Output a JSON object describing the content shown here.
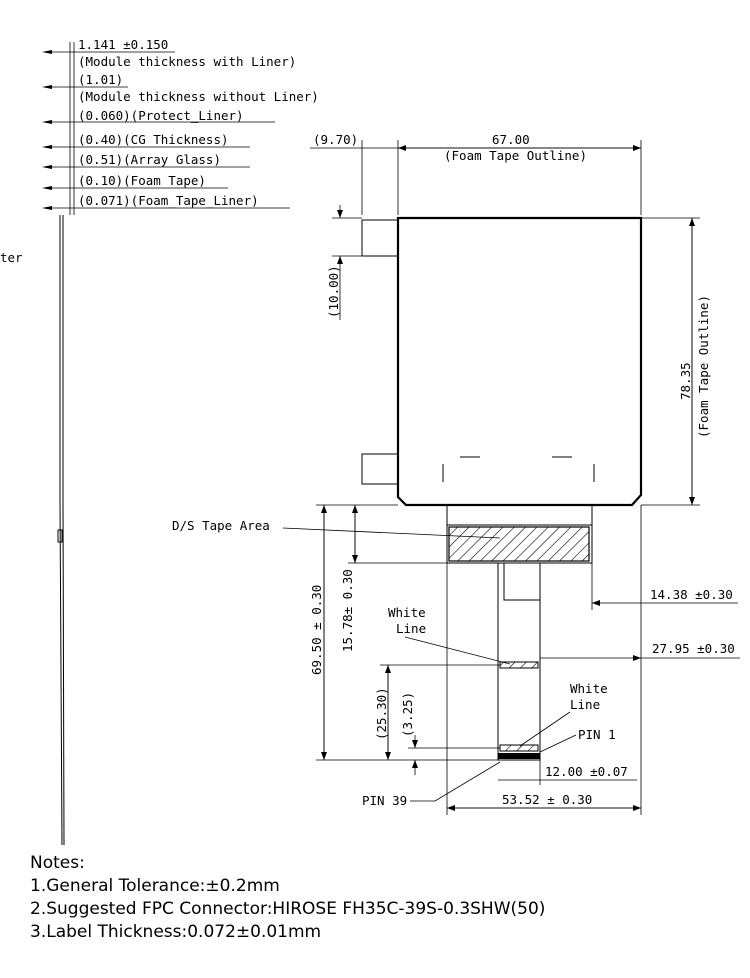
{
  "side_view": {
    "dims": [
      {
        "text": "1.141   ±0.150"
      },
      {
        "text": "(Module thickness with Liner)"
      },
      {
        "text": "(1.01)"
      },
      {
        "text": "(Module thickness without Liner)"
      },
      {
        "text": "(0.060)(Protect_Liner)"
      },
      {
        "text": "(0.40)(CG Thickness)"
      },
      {
        "text": "(0.51)(Array Glass)"
      },
      {
        "text": "(0.10)(Foam Tape)"
      },
      {
        "text": "(0.071)(Foam_Tape_Liner)"
      }
    ],
    "cut_text": "ter"
  },
  "front_view": {
    "dim_970": "(9.70)",
    "dim_6700": "67.00",
    "dim_6700_note": "(Foam Tape Outline)",
    "dim_7835": "78.35",
    "dim_7835_note": "(Foam Tape Outline)",
    "dim_1000": "(10.00)",
    "ds_tape": "D/S Tape Area",
    "dim_6950": "69.50 ± 0.30",
    "dim_1578": "15.78± 0.30",
    "white_line_1a": "White",
    "white_line_1b": "Line",
    "white_line_2a": "White",
    "white_line_2b": "Line",
    "dim_1438": "14.38 ±0.30",
    "dim_2795": "27.95 ±0.30",
    "dim_2530": "(25.30)",
    "dim_325": "(3.25)",
    "pin1": "PIN 1",
    "pin39": "PIN 39",
    "dim_1200": "12.00  ±0.07",
    "dim_5352": "53.52 ± 0.30"
  },
  "notes": {
    "title": "Notes:",
    "items": [
      "1.General Tolerance:±0.2mm",
      "2.Suggested FPC Connector:HIROSE FH35C-39S-0.3SHW(50)",
      "3.Label Thickness:0.072±0.01mm"
    ]
  }
}
